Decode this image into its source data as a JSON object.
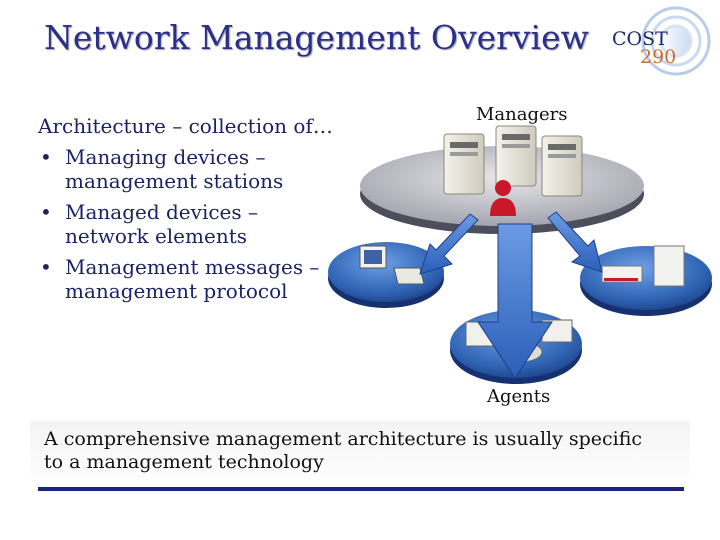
{
  "slide": {
    "title": "Network Management Overview",
    "logo": {
      "line1": "COST",
      "line2": "290"
    },
    "intro": "Architecture – collection of…",
    "bullets": [
      {
        "main": "Managing devices –",
        "sub": "management stations"
      },
      {
        "main": "Managed devices –",
        "sub": "network elements"
      },
      {
        "main": "Management messages –",
        "sub": "management protocol"
      }
    ],
    "diagram": {
      "managers_label": "Managers",
      "agents_label": "Agents"
    },
    "caption": {
      "line1": "A comprehensive management architecture is usually specific",
      "line2": "to a management technology"
    },
    "colors": {
      "title": "#2b2f86",
      "rule": "#1b237a",
      "disc": "#2f64b4",
      "arrow": "#3f78d0",
      "person": "#c8182a"
    }
  }
}
